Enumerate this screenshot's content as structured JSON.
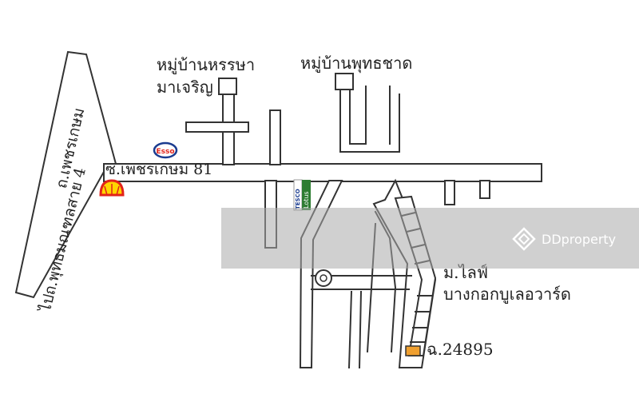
{
  "labels": {
    "village_1_line1": "หมู่บ้านหรรษา",
    "village_1_line2": "มาเจริญ",
    "village_2": "หมู่บ้านพุทธชาด",
    "road_phetkasem": "ถ.เพชรเกษม",
    "road_soi": "ซ.เพชรเกษม 81",
    "road_phutthamonthon": "ไปถ.พุทธมณฑลสาย 4",
    "project_line1": "ม.ไลฟ์",
    "project_line2": "บางกอกบูเลอวาร์ด",
    "plot_number": "ฉ.24895"
  },
  "landmarks": {
    "esso": "Esso",
    "tesco_1": "TESCO",
    "tesco_2": "Lotus"
  },
  "watermark": {
    "brand": "DDproperty"
  },
  "icons": [
    "shell-logo-icon",
    "esso-logo-icon",
    "tesco-lotus-icon",
    "ddproperty-logo-icon",
    "roundabout-icon",
    "village-marker-icon"
  ],
  "colors": {
    "road_outline": "#333333",
    "plot_highlight": "#f0a030",
    "shell_red": "#e2231a",
    "shell_yellow": "#ffd500",
    "esso_blue": "#1a3b8f",
    "tesco_green": "#2e7d32"
  }
}
